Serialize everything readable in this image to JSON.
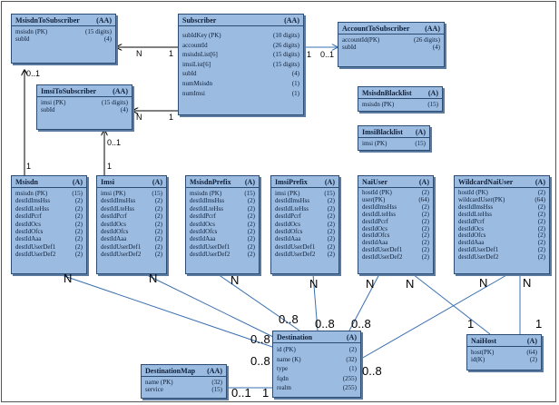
{
  "entities": {
    "msisdn_to_subscriber": {
      "name": "MsisdnToSubscriber",
      "tag": "(AA)",
      "rows": [
        [
          "msisdn (PK)",
          "(15 digits)"
        ],
        [
          "subId",
          "(4)"
        ]
      ]
    },
    "subscriber": {
      "name": "Subscriber",
      "tag": "(AA)",
      "rows": [
        [
          "subIdKey (PK)",
          "(10 digits)"
        ],
        [
          "accountId",
          "(26 digits)"
        ],
        [
          "msisdnList[6]",
          "(15 digits)"
        ],
        [
          "imsiList[6]",
          "(15 digits)"
        ],
        [
          "subId",
          "(4)"
        ],
        [
          "numMsisdn",
          "(1)"
        ],
        [
          "numImsi",
          "(1)"
        ]
      ]
    },
    "account_to_subscriber": {
      "name": "AccountToSubscriber",
      "tag": "(AA)",
      "rows": [
        [
          "accountId(PK)",
          "(26 digits)"
        ],
        [
          "subId",
          "(4)"
        ]
      ]
    },
    "imsi_to_subscriber": {
      "name": "ImsiToSubscriber",
      "tag": "(AA)",
      "rows": [
        [
          "imsi (PK)",
          "(15 digits)"
        ],
        [
          "subId",
          "(4)"
        ]
      ]
    },
    "msisdn_blacklist": {
      "name": "MsisdnBlacklist",
      "tag": "(A)",
      "rows": [
        [
          "msisdn (PK)",
          "(15)"
        ]
      ]
    },
    "imsi_blacklist": {
      "name": "ImsiBlacklist",
      "tag": "(A)",
      "rows": [
        [
          "imsi (PK)",
          "(15)"
        ]
      ]
    },
    "msisdn": {
      "name": "Msisdn",
      "tag": "(A)",
      "rows": [
        [
          "msisdn (PK)",
          "(15)"
        ],
        [
          "destIdImsHss",
          "(2)"
        ],
        [
          "destIdLteHss",
          "(2)"
        ],
        [
          "destIdPcrf",
          "(2)"
        ],
        [
          "destIdOcs",
          "(2)"
        ],
        [
          "destIdOfcs",
          "(2)"
        ],
        [
          "destIdAaa",
          "(2)"
        ],
        [
          "destIdUserDef1",
          "(2)"
        ],
        [
          "destIdUserDef2",
          "(2)"
        ]
      ]
    },
    "imsi": {
      "name": "Imsi",
      "tag": "(A)",
      "rows": [
        [
          "imsi (PK)",
          "(15)"
        ],
        [
          "destIdImsHss",
          "(2)"
        ],
        [
          "destIdLteHss",
          "(2)"
        ],
        [
          "destIdPcrf",
          "(2)"
        ],
        [
          "destIdOcs",
          "(2)"
        ],
        [
          "destIdOfcs",
          "(2)"
        ],
        [
          "destIdAaa",
          "(2)"
        ],
        [
          "destIdUserDef1",
          "(2)"
        ],
        [
          "destIdUserDef2",
          "(2)"
        ]
      ]
    },
    "msisdn_prefix": {
      "name": "MsisdnPrefix",
      "tag": "(A)",
      "rows": [
        [
          "msisdn (PK)",
          "(15)"
        ],
        [
          "destIdImsHss",
          "(2)"
        ],
        [
          "destIdLteHss",
          "(2)"
        ],
        [
          "destIdPcrf",
          "(2)"
        ],
        [
          "destIdOcs",
          "(2)"
        ],
        [
          "destIdOfcs",
          "(2)"
        ],
        [
          "destIdAaa",
          "(2)"
        ],
        [
          "destIdUserDef1",
          "(2)"
        ],
        [
          "destIdUserDef2",
          "(2)"
        ]
      ]
    },
    "imsi_prefix": {
      "name": "ImsiPrefix",
      "tag": "(A)",
      "rows": [
        [
          "imsi (PK)",
          "(15)"
        ],
        [
          "destIdImsHss",
          "(2)"
        ],
        [
          "destIdLteHss",
          "(2)"
        ],
        [
          "destIdPcrf",
          "(2)"
        ],
        [
          "destIdOcs",
          "(2)"
        ],
        [
          "destIdOfcs",
          "(2)"
        ],
        [
          "destIdAaa",
          "(2)"
        ],
        [
          "destIdUserDef1",
          "(2)"
        ],
        [
          "destIdUserDef2",
          "(2)"
        ]
      ]
    },
    "nai_user": {
      "name": "NaiUser",
      "tag": "(A)",
      "rows": [
        [
          "hostId (PK)",
          "(2)"
        ],
        [
          "user(PK)",
          "(64)"
        ],
        [
          "destIdImsHss",
          "(2)"
        ],
        [
          "destIdLteHss",
          "(2)"
        ],
        [
          "destIdPcrf",
          "(2)"
        ],
        [
          "destIdOcs",
          "(2)"
        ],
        [
          "destIdOfcs",
          "(2)"
        ],
        [
          "destIdAaa",
          "(2)"
        ],
        [
          "destIdUserDef1",
          "(2)"
        ],
        [
          "destIdUserDef2",
          "(2)"
        ]
      ]
    },
    "wildcard_nai_user": {
      "name": "WildcardNaiUser",
      "tag": "(A)",
      "rows": [
        [
          "hostId (PK)",
          "(2)"
        ],
        [
          "wildcardUser(PK)",
          "(64)"
        ],
        [
          "destIdImsHss",
          "(2)"
        ],
        [
          "destIdLteHss",
          "(2)"
        ],
        [
          "destIdPcrf",
          "(2)"
        ],
        [
          "destIdOcs",
          "(2)"
        ],
        [
          "destIdOfcs",
          "(2)"
        ],
        [
          "destIdAaa",
          "(2)"
        ],
        [
          "destIdUserDef1",
          "(2)"
        ],
        [
          "destIdUserDef2",
          "(2)"
        ]
      ]
    },
    "destination": {
      "name": "Destination",
      "tag": "(A)",
      "rows": [
        [
          "id (PK)",
          "(2)"
        ],
        [
          "name (K)",
          "(32)"
        ],
        [
          "type",
          "(1)"
        ],
        [
          "fqdn",
          "(255)"
        ],
        [
          "realm",
          "(255)"
        ]
      ]
    },
    "destination_map": {
      "name": "DestinationMap",
      "tag": "(AA)",
      "rows": [
        [
          "name (PK)",
          "(32)"
        ],
        [
          "service",
          "(15)"
        ]
      ]
    },
    "nai_host": {
      "name": "NaiHost",
      "tag": "(A)",
      "rows": [
        [
          "host(PK)",
          "(64)"
        ],
        [
          "id(K)",
          "(2)"
        ]
      ]
    }
  },
  "multiplicities": {
    "subscriber_to_msisdn_n": "N",
    "subscriber_to_msisdn_1": "1",
    "subscriber_to_account_1": "1",
    "subscriber_to_account_01": "0..1",
    "subscriber_to_imsi_n": "N",
    "subscriber_to_imsi_1": "1",
    "msisdn_to_msisdnsub_01": "0..1",
    "msisdn_to_msisdnsub_1": "1",
    "imsi_to_imsisub_01": "0..1",
    "imsi_to_imsisub_1": "1",
    "msisdn_dest_n": "N",
    "imsi_dest_n": "N",
    "msisdnprefix_dest_n": "N",
    "imsiprefix_dest_n": "N",
    "naiuser_dest_n": "N",
    "wildcard_dest_n": "N",
    "dest_08_a": "0..8",
    "dest_08_b": "0..8",
    "dest_08_c": "0..8",
    "dest_08_d": "0..8",
    "dest_08_e": "0..8",
    "dest_08_f": "0..8",
    "naiuser_naihost_n": "N",
    "naiuser_naihost_1": "1",
    "wildcard_naihost_n": "N",
    "wildcard_naihost_1": "1",
    "map_dest_01": "0..1",
    "map_dest_1": "1"
  }
}
